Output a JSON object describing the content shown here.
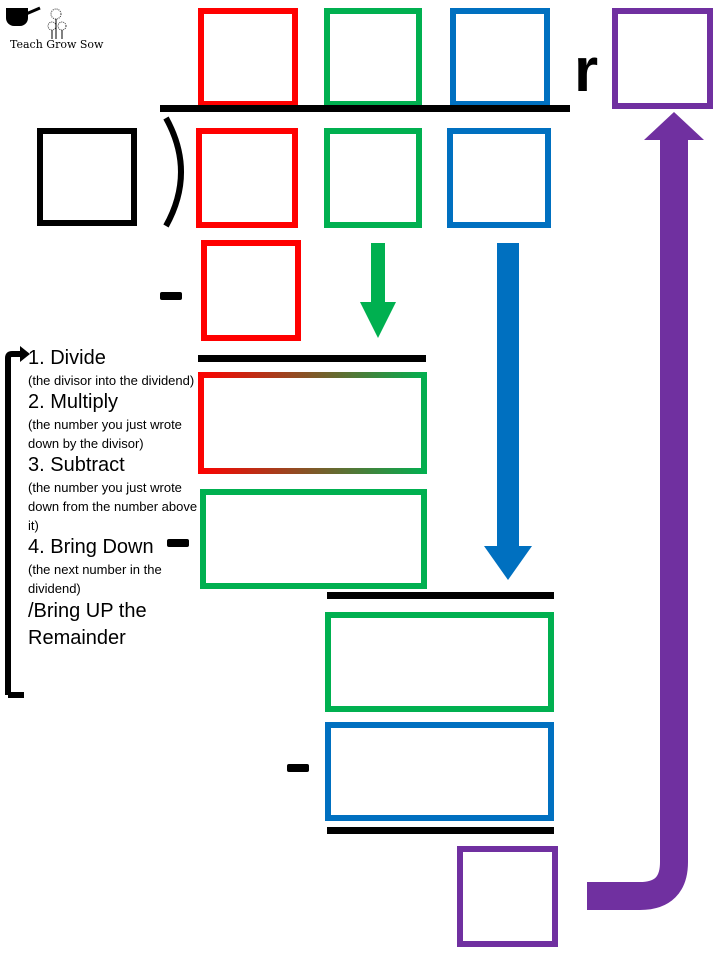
{
  "logo": {
    "text": "Teach Grow Sow"
  },
  "remainder_label": "r",
  "colors": {
    "red": "#ff0000",
    "green": "#00b050",
    "blue": "#0070c0",
    "purple": "#7030a0"
  },
  "steps": [
    {
      "title": "1. Divide",
      "note": "(the divisor into the dividend)"
    },
    {
      "title": "2. Multiply",
      "note": "(the number you just wrote down by the divisor)"
    },
    {
      "title": "3. Subtract",
      "note": "(the number you just wrote down from the number above it)"
    },
    {
      "title": "4. Bring Down",
      "note": "(the next number in the dividend)"
    },
    {
      "title": "/Bring UP the Remainder",
      "note": ""
    }
  ]
}
